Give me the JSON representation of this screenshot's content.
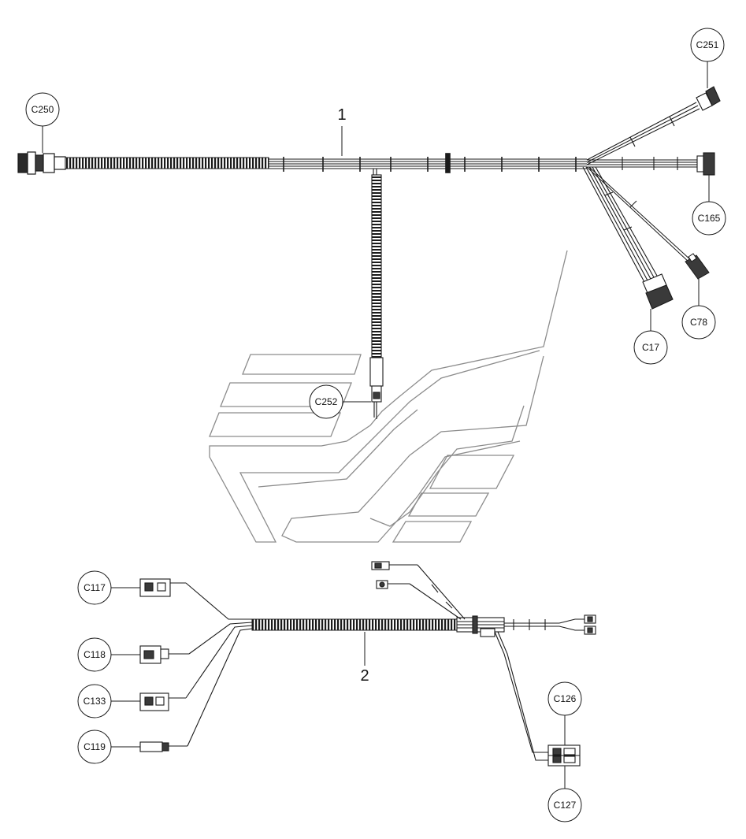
{
  "diagram": {
    "items": [
      {
        "id": "harness-1",
        "number": "1"
      },
      {
        "id": "harness-2",
        "number": "2"
      }
    ],
    "connectors": {
      "c250": "C250",
      "c251": "C251",
      "c165": "C165",
      "c78": "C78",
      "c17": "C17",
      "c252": "C252",
      "c117": "C117",
      "c118": "C118",
      "c133": "C133",
      "c119": "C119",
      "c126": "C126",
      "c127": "C127"
    },
    "line_color": "#1a1a1a",
    "watermark_color": "#8c8c8c"
  }
}
